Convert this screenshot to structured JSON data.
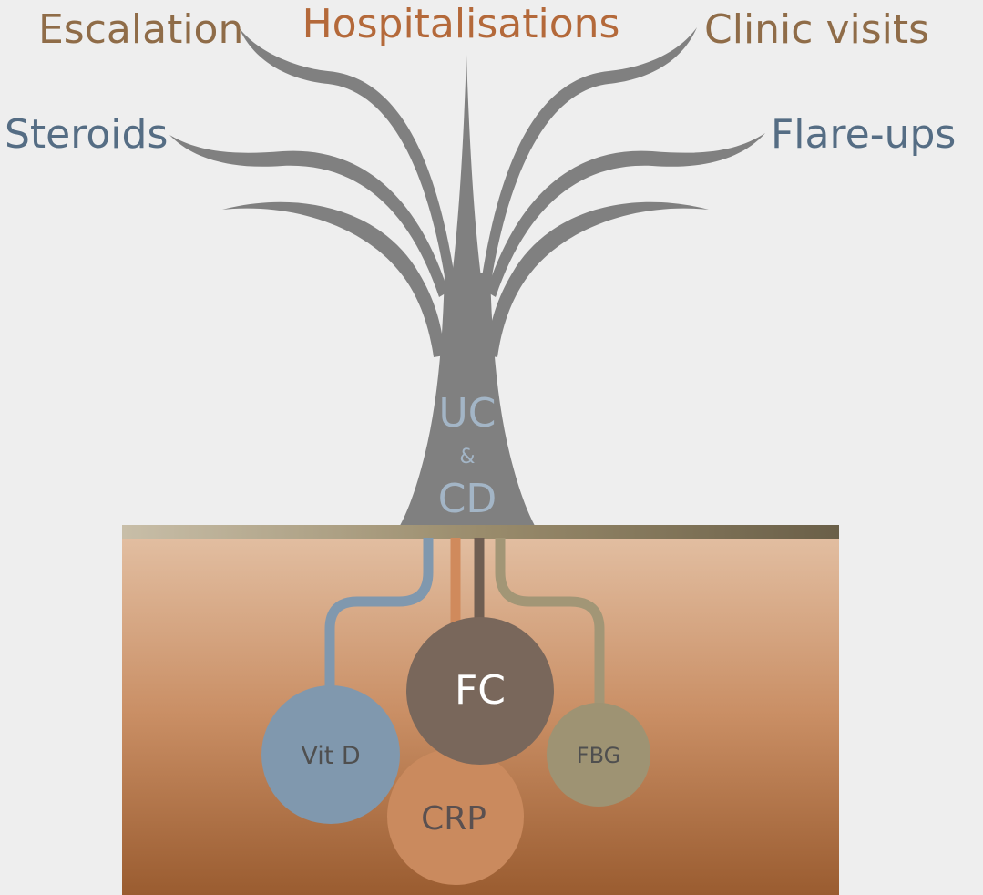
{
  "outcomes": {
    "escalation": "Escalation",
    "hospitalisations": "Hospitalisations",
    "clinic_visits": "Clinic visits",
    "steroids": "Steroids",
    "flare_ups": "Flare-ups"
  },
  "trunk": {
    "line1": "UC",
    "line2": "&",
    "line3": "CD"
  },
  "roots": {
    "fc": "FC",
    "vit_d": "Vit D",
    "fbg": "FBG",
    "crp": "CRP"
  },
  "colors": {
    "background": "#eeeeee",
    "tree": "#808080",
    "trunk_text": "#a3b5c6",
    "label_brown": "#8f6c48",
    "label_orange": "#b4693a",
    "label_blue": "#556d84",
    "vit_d": "#8098ae",
    "crp": "#ca8a5e",
    "fc": "#79675b",
    "fbg": "#9e9373",
    "soil_top": "#dfb99b",
    "soil_bottom": "#9a5c30"
  }
}
